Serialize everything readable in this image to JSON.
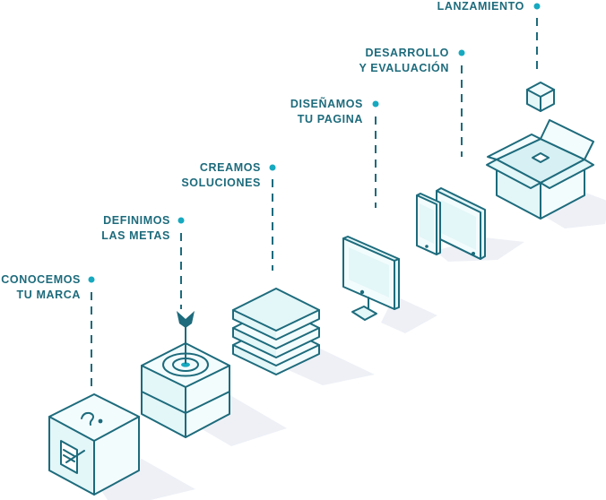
{
  "colors": {
    "stroke": "#1d6b7c",
    "face_fill": "#e3f6f8",
    "face_light": "#f3fcfd",
    "accent": "#16a9c0",
    "shadow": "#eef0f6",
    "text": "#1d6b7c"
  },
  "steps": [
    {
      "line1": "CONOCEMOS",
      "line2": "TU MARCA",
      "icon": "question-box-icon"
    },
    {
      "line1": "DEFINIMOS",
      "line2": "LAS METAS",
      "icon": "target-box-icon"
    },
    {
      "line1": "CREAMOS",
      "line2": "SOLUCIONES",
      "icon": "layers-icon"
    },
    {
      "line1": "DISEÑAMOS",
      "line2": "TU PAGINA",
      "icon": "monitor-icon"
    },
    {
      "line1": "DESARROLLO",
      "line2": "Y EVALUACIÓN",
      "icon": "devices-icon"
    },
    {
      "line1": "LANZAMIENTO",
      "line2": "",
      "icon": "open-box-launch-icon"
    }
  ]
}
